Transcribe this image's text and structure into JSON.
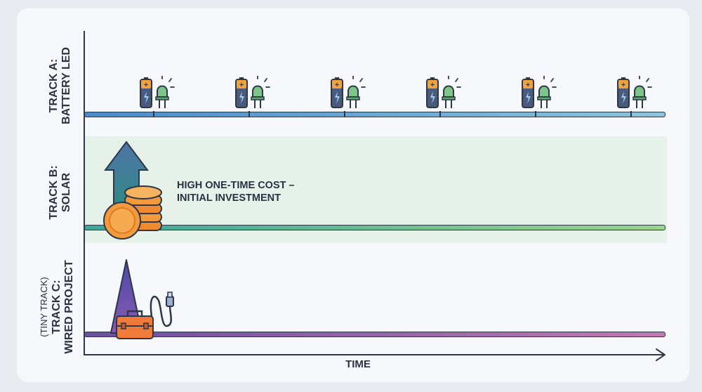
{
  "tracks": {
    "a": {
      "label_line1": "TRACK A:",
      "label_line2": "BATTERY LED"
    },
    "b": {
      "label_line1": "TRACK B:",
      "label_line2": "SOLAR"
    },
    "c": {
      "note": "(TINY TRACK)",
      "label_line1": "TRACK C:",
      "label_line2": "WIRED PROJECT"
    }
  },
  "annotation": {
    "line1": "HIGH ONE-TIME COST –",
    "line2": "INITIAL INVESTMENT"
  },
  "axis": {
    "x_label": "TIME"
  },
  "icons": {
    "battery_led_pairs": 6,
    "solar": "upward-arrow-with-coin-stack-icon",
    "wired": "toolbox-with-usb-cable-icon"
  },
  "colors": {
    "track_a": "#4a8ac8",
    "track_b": "#3aa69a",
    "track_c": "#6a4fa0",
    "solar_band": "#e6f1ea",
    "coin": "#f39a3c",
    "led": "#7cc48a"
  }
}
